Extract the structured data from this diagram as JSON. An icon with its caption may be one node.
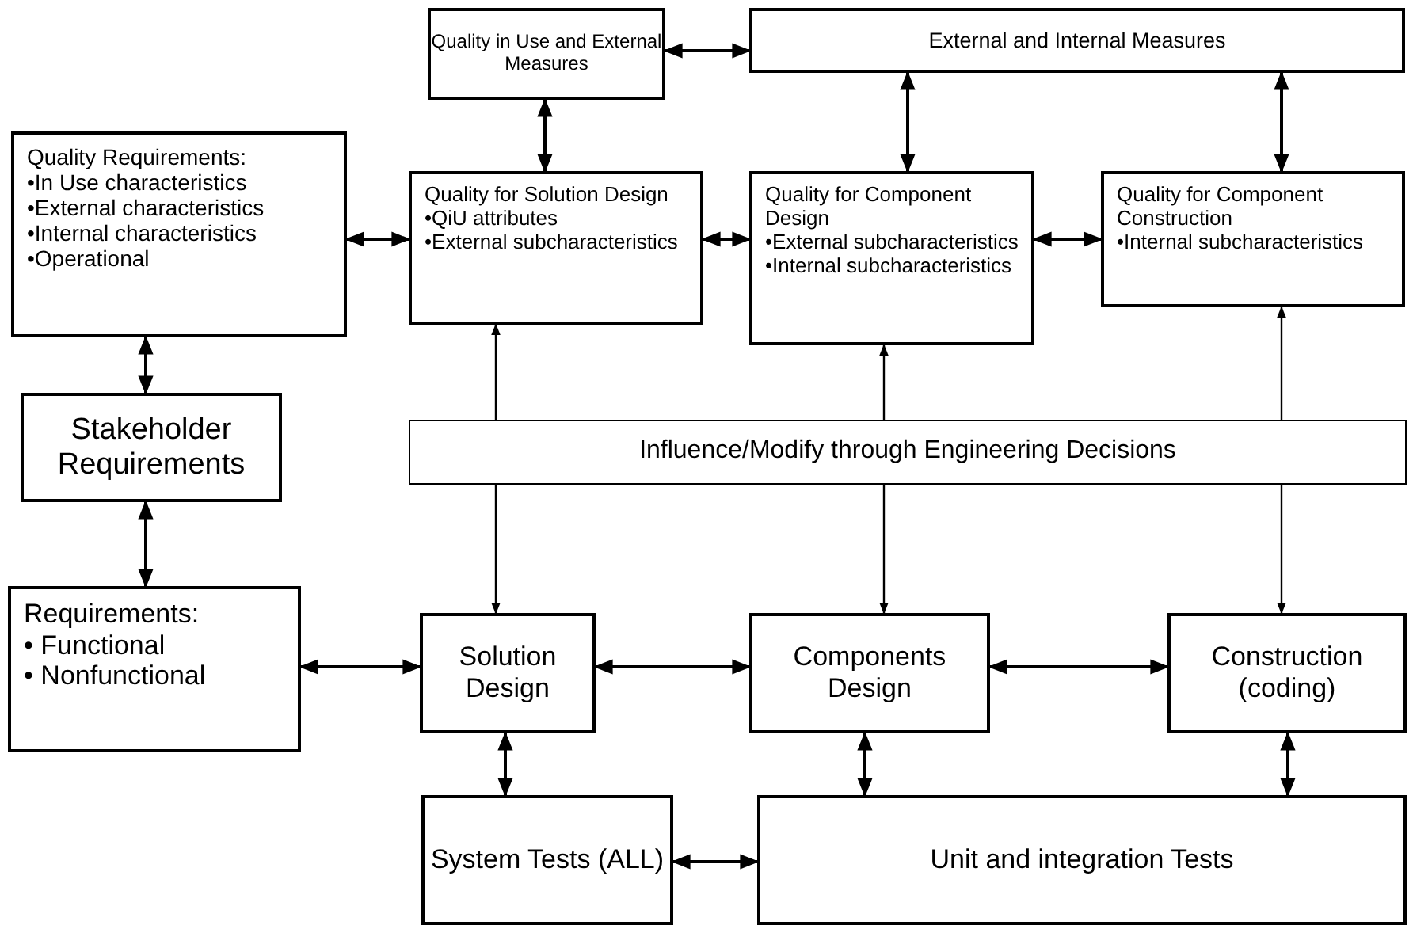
{
  "diagram": {
    "nodes": [
      {
        "text": [
          "Quality in Use and External Measures"
        ]
      },
      {
        "text": [
          "External and Internal Measures"
        ]
      },
      {
        "text": [
          "Quality Requirements:",
          "•In Use characteristics",
          "•External characteristics",
          "•Internal characteristics",
          "•Operational"
        ]
      },
      {
        "text": [
          "Quality for Solution Design",
          "•QiU attributes",
          "•External subcharacteristics"
        ]
      },
      {
        "text": [
          "Quality for Component Design",
          "•External subcharacteristics",
          "•Internal subcharacteristics"
        ]
      },
      {
        "text": [
          "Quality for Component Construction",
          "•Internal subcharacteristics"
        ]
      },
      {
        "text": [
          "Stakeholder Requirements"
        ]
      },
      {
        "text": [
          "Influence/Modify through Engineering Decisions"
        ]
      },
      {
        "text": [
          "Requirements:",
          "• Functional",
          "• Nonfunctional"
        ]
      },
      {
        "text": [
          "Solution Design"
        ]
      },
      {
        "text": [
          "Components Design"
        ]
      },
      {
        "text": [
          "Construction (coding)"
        ]
      },
      {
        "text": [
          "System Tests (ALL)"
        ]
      },
      {
        "text": [
          "Unit and integration Tests"
        ]
      }
    ],
    "edges": [
      {
        "from": 0,
        "to": 1,
        "arrow": "both"
      },
      {
        "from": 0,
        "to": 3,
        "arrow": "both"
      },
      {
        "from": 1,
        "to": 4,
        "arrow": "both"
      },
      {
        "from": 1,
        "to": 5,
        "arrow": "both"
      },
      {
        "from": 2,
        "to": 3,
        "arrow": "both"
      },
      {
        "from": 3,
        "to": 4,
        "arrow": "both"
      },
      {
        "from": 4,
        "to": 5,
        "arrow": "both"
      },
      {
        "from": 2,
        "to": 6,
        "arrow": "both"
      },
      {
        "from": 7,
        "to": 3,
        "arrow": "to"
      },
      {
        "from": 7,
        "to": 4,
        "arrow": "to"
      },
      {
        "from": 7,
        "to": 5,
        "arrow": "to"
      },
      {
        "from": 7,
        "to": 9,
        "arrow": "to"
      },
      {
        "from": 7,
        "to": 10,
        "arrow": "to"
      },
      {
        "from": 7,
        "to": 11,
        "arrow": "to"
      },
      {
        "from": 6,
        "to": 8,
        "arrow": "both"
      },
      {
        "from": 8,
        "to": 9,
        "arrow": "both"
      },
      {
        "from": 9,
        "to": 10,
        "arrow": "both"
      },
      {
        "from": 10,
        "to": 11,
        "arrow": "both"
      },
      {
        "from": 9,
        "to": 12,
        "arrow": "both"
      },
      {
        "from": 10,
        "to": 13,
        "arrow": "both"
      },
      {
        "from": 11,
        "to": 13,
        "arrow": "both"
      },
      {
        "from": 12,
        "to": 13,
        "arrow": "both"
      }
    ]
  }
}
